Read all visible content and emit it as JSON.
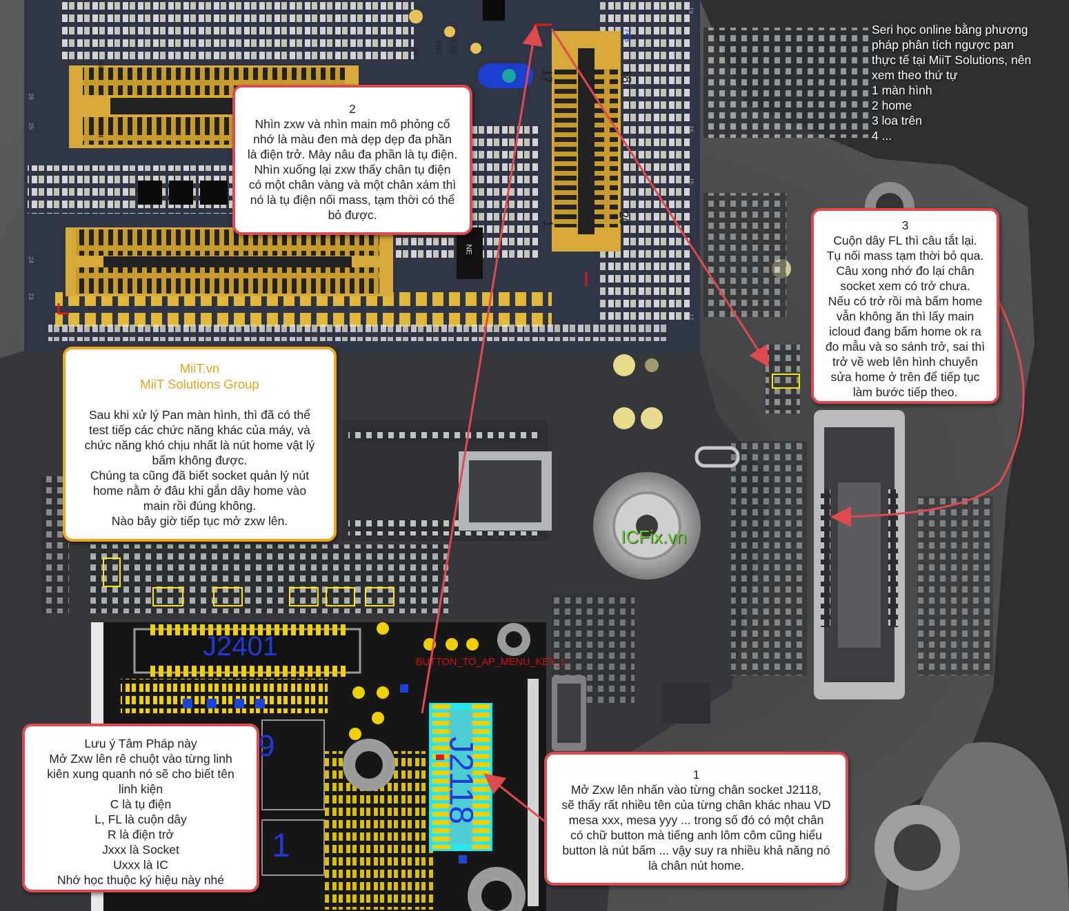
{
  "intro": {
    "lines": [
      "Seri học online bằng phương",
      "pháp phân tích ngược pan",
      "thực tế tại MiiT Solutions, nên",
      "xem theo thứ tự",
      "1 màn hình",
      "2 home",
      "3 loa trên",
      "4 ..."
    ]
  },
  "watermark": "ICFix.vn",
  "schematic_top": {
    "labels": [
      "25",
      "26",
      "34",
      "33",
      "24",
      "23",
      "19",
      "18",
      "17",
      "16",
      "15",
      "748",
      "1",
      "20",
      "NE",
      "12",
      "0V",
      "0.1V",
      "REG"
    ]
  },
  "schematic_bottom": {
    "signal": "BUTTON_TO_AP_MENU_KEY_L",
    "j2401": "J2401",
    "j2118": "J2118",
    "fragment_a": "9",
    "fragment_b": "1"
  },
  "notes": {
    "step2": {
      "lines": [
        "2",
        "Nhìn zxw và nhìn main mô phỏng cố",
        "nhớ là màu đen mà dẹp dẹp đa phần",
        "là điện trở. Mày nâu đa phần là tụ điện.",
        "Nhìn xuống lại zxw thấy chân tụ điện",
        "có một chân vàng và một chân xám thì",
        "nó là tụ điện nối mass, tạm thời có thể",
        "bỏ được."
      ]
    },
    "step3": {
      "lines": [
        "3",
        "Cuộn dây FL thì câu tắt lại.",
        "Tụ nối mass tạm thời bỏ qua.",
        "Câu xong nhớ đo lại chân",
        "socket xem có trở chưa.",
        "Nếu có trở rồi mà bấm home",
        "vẫn không ăn thì lấy main",
        "icloud đang bấm home ok ra",
        "đo mẫu và so sánh trở, sai thì",
        "trở về web lên hình chuyên",
        "sửa home ở trên để tiếp tục",
        "làm bước tiếp theo."
      ]
    },
    "miit": {
      "brand1": "MiiT.vn",
      "brand2": "MiiT Solutions Group",
      "lines": [
        "Sau khi xử lý Pan màn hình, thì đã có thể",
        "test tiếp các chức năng khác của máy, và",
        "chức năng khó chịu nhất là nút home vật lý",
        "bấm không được.",
        "Chúng ta cũng đã biết socket quản lý nút",
        "home nằm ở đâu khi gắn dây home vào",
        "main rồi đúng không.",
        "Nào bây giờ tiếp tục mở zxw lên."
      ]
    },
    "tam_phap": {
      "lines": [
        "Lưu ý Tâm Pháp này",
        "Mở Zxw lên rê chuột vào từng linh",
        "kiên xung quanh nó sẽ cho biết tên",
        "linh kiện",
        "C là tụ điện",
        "L, FL là cuộn dây",
        "R là điện trở",
        "Jxxx là Socket",
        "Uxxx là IC",
        "Nhớ học thuộc ký hiệu này nhé"
      ]
    },
    "step1": {
      "lines": [
        "1",
        "Mở Zxw lên nhấn vào từng chân socket J2118,",
        "sẽ thấy rất nhiều tên của từng chân khác nhau VD",
        "mesa xxx, mesa yyy ... trong số đó có một chân",
        "có chữ button mà tiếng anh lôm côm cũng hiểu",
        "button là nút bấm ... vậy suy ra nhiều khả năng nó",
        "là chân nút home."
      ]
    }
  }
}
